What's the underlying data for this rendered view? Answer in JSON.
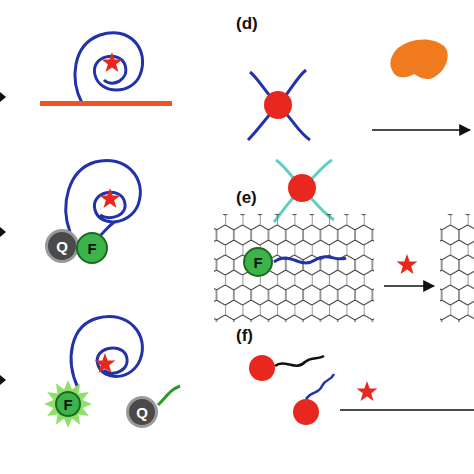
{
  "diagram": {
    "nodes": [
      {
        "text": [
          "Q"
        ]
      },
      {
        "text": [
          "F"
        ]
      },
      {
        "text": [
          "F"
        ]
      },
      {
        "text": [
          "F"
        ]
      },
      {
        "text": [
          "Q"
        ]
      }
    ],
    "labels": [
      "(d)",
      "(e)",
      "(f)"
    ]
  }
}
